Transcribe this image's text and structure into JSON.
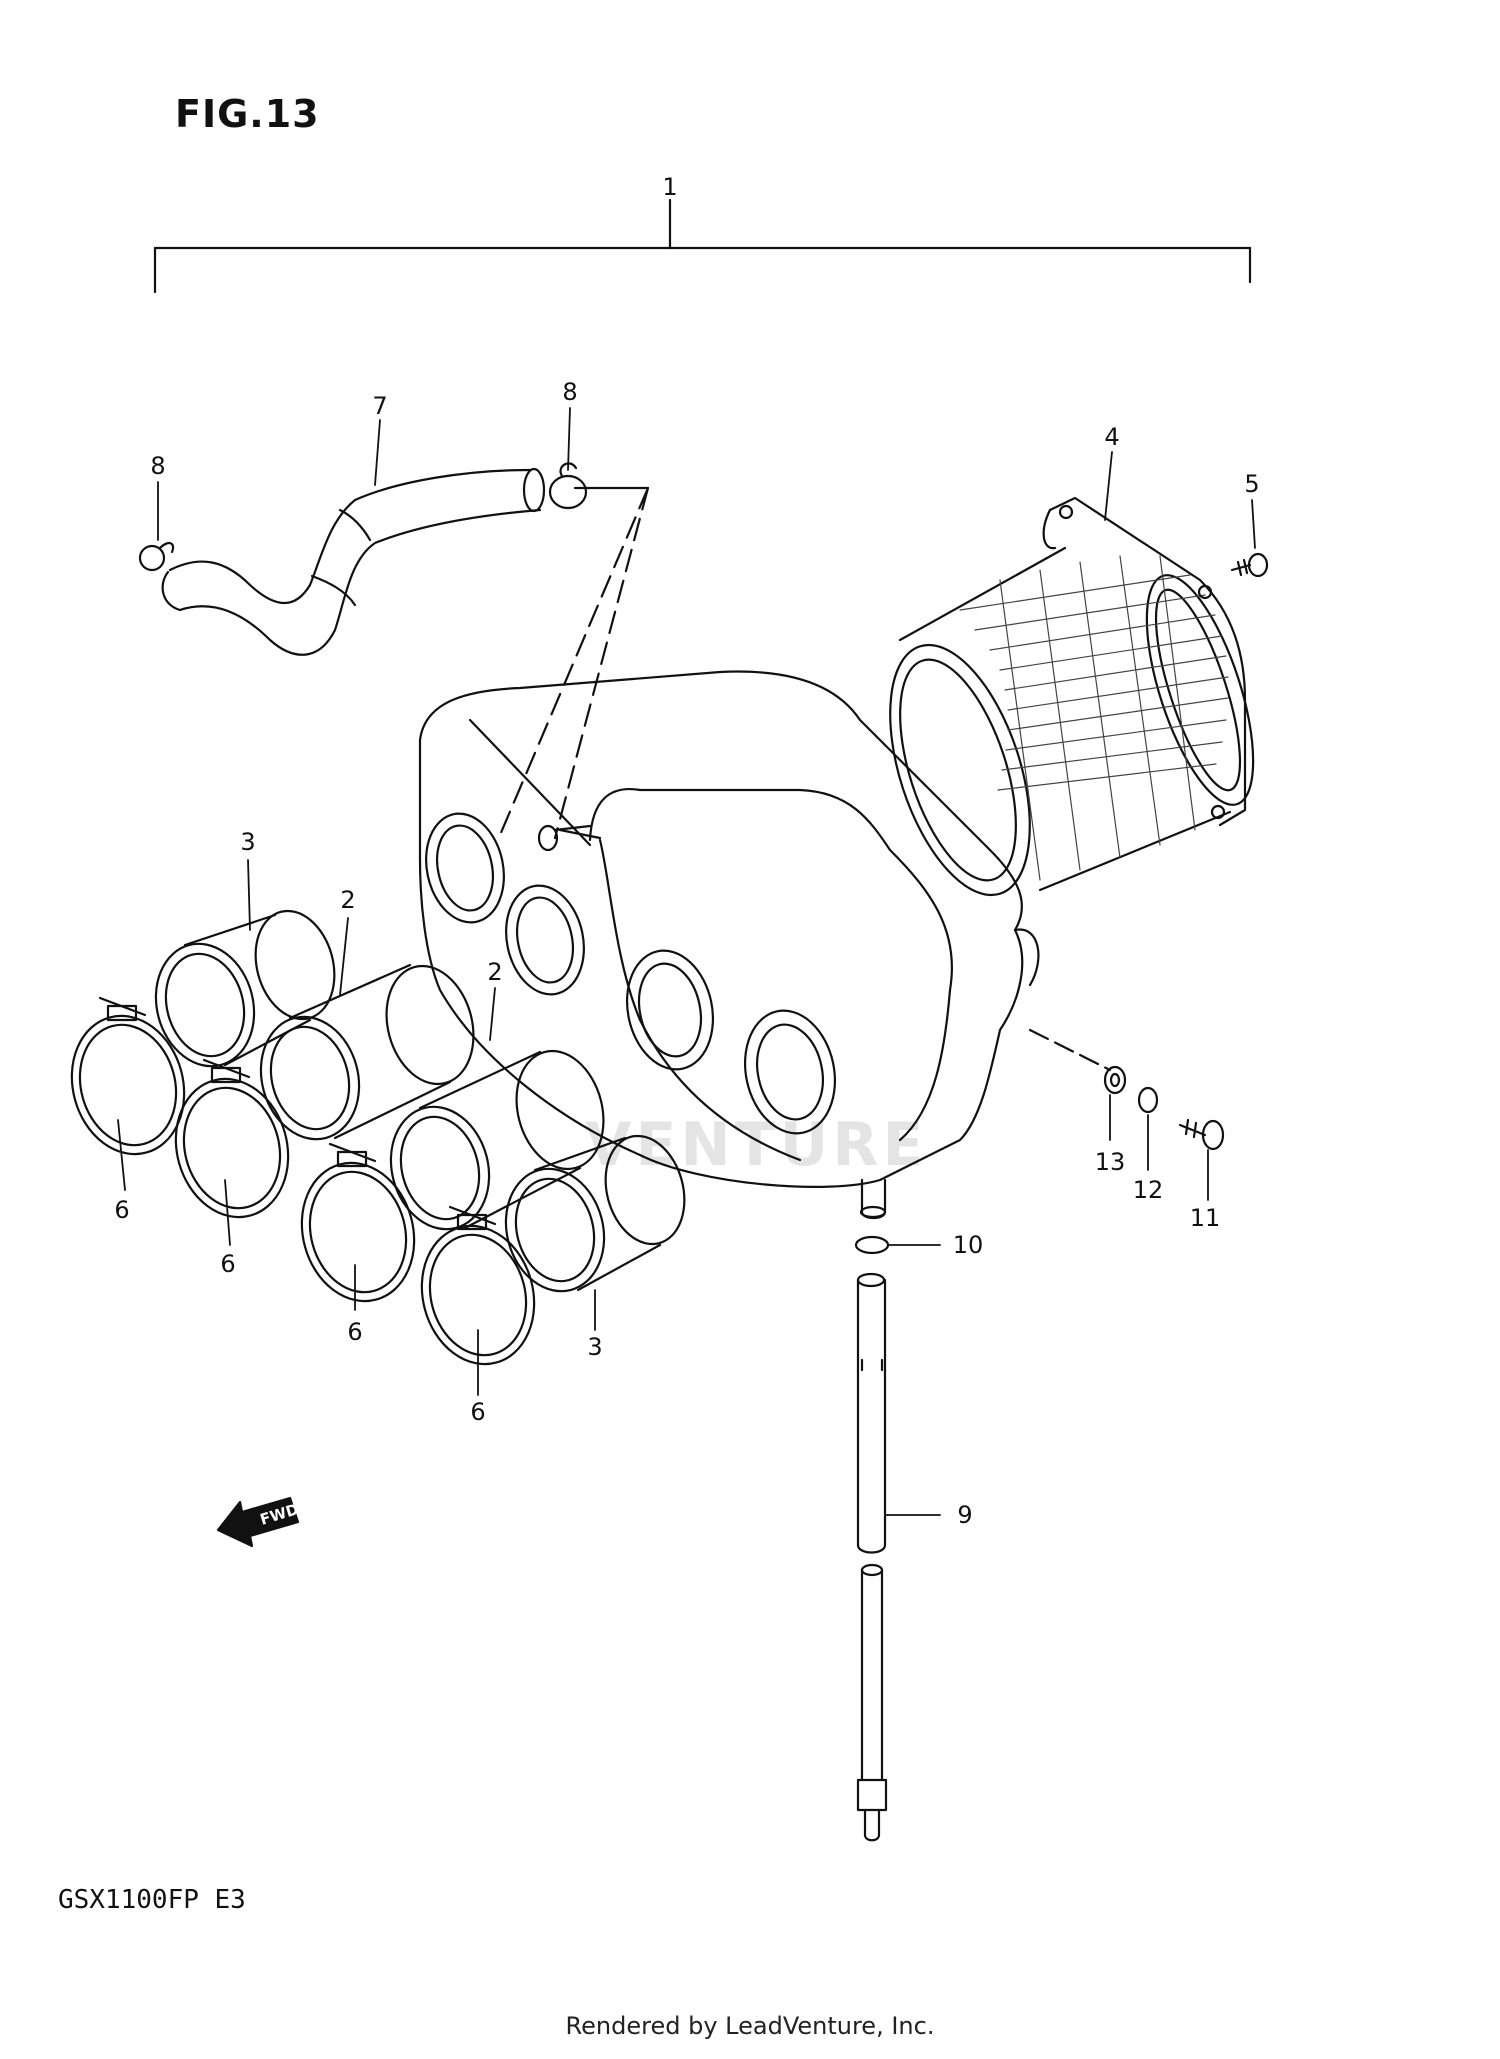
{
  "figure": {
    "title": "FIG.13",
    "model": "GSX1100FP  E3"
  },
  "footer": "Rendered by LeadVenture, Inc.",
  "watermark": "VENTURE",
  "fwd_label": "FWD",
  "callouts": [
    {
      "id": "c1",
      "label": "1"
    },
    {
      "id": "c2a",
      "label": "2"
    },
    {
      "id": "c2b",
      "label": "2"
    },
    {
      "id": "c3a",
      "label": "3"
    },
    {
      "id": "c3b",
      "label": "3"
    },
    {
      "id": "c4",
      "label": "4"
    },
    {
      "id": "c5",
      "label": "5"
    },
    {
      "id": "c6a",
      "label": "6"
    },
    {
      "id": "c6b",
      "label": "6"
    },
    {
      "id": "c6c",
      "label": "6"
    },
    {
      "id": "c6d",
      "label": "6"
    },
    {
      "id": "c7",
      "label": "7"
    },
    {
      "id": "c8a",
      "label": "8"
    },
    {
      "id": "c8b",
      "label": "8"
    },
    {
      "id": "c9",
      "label": "9"
    },
    {
      "id": "c10",
      "label": "10"
    },
    {
      "id": "c11",
      "label": "11"
    },
    {
      "id": "c12",
      "label": "12"
    },
    {
      "id": "c13",
      "label": "13"
    }
  ]
}
